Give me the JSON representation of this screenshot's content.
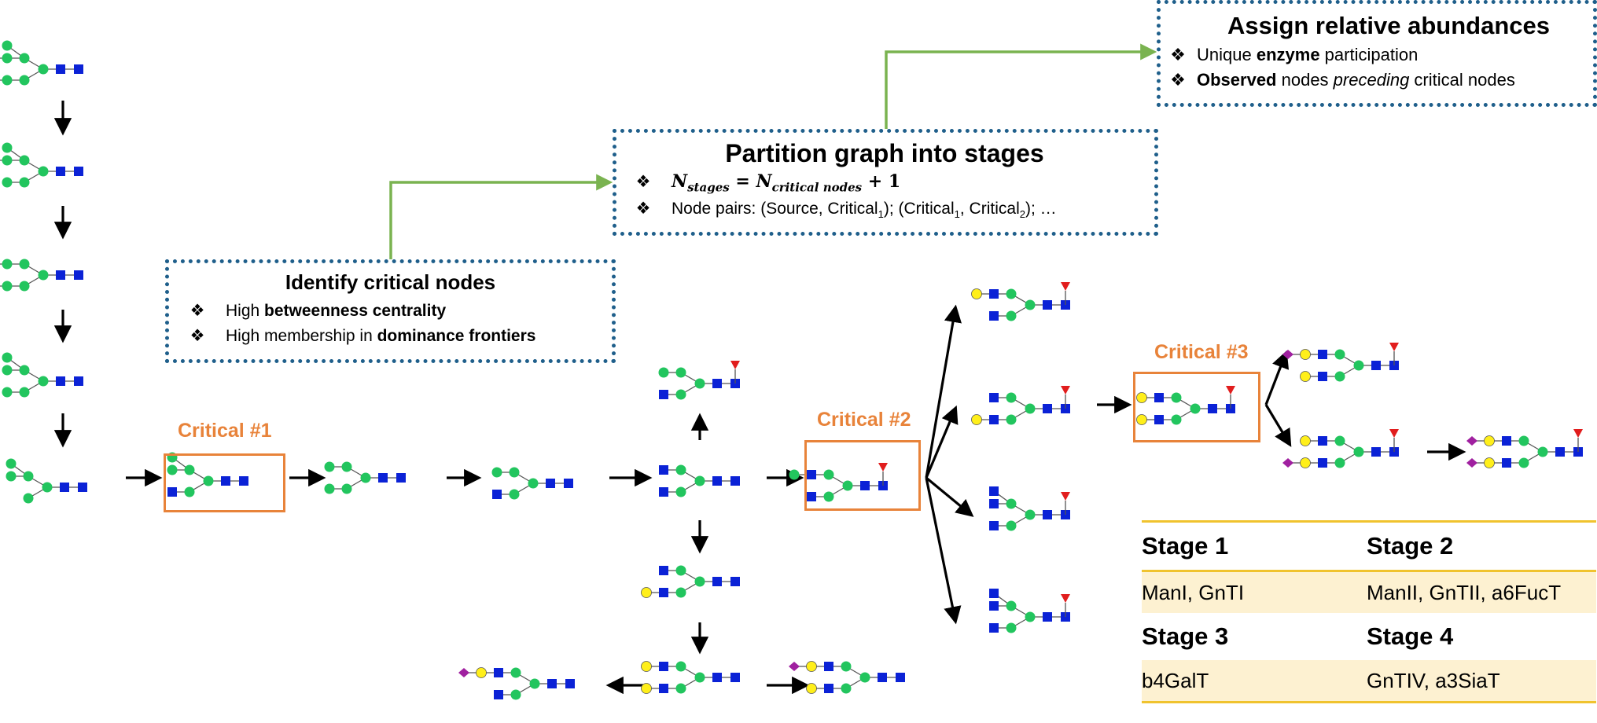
{
  "colors": {
    "mannose": "#22c55e",
    "glcnac": "#0b22d6",
    "galactose": "#ffef1a",
    "fucose": "#e11d1d",
    "sialic": "#a020a0",
    "critical": "#e8833a",
    "box_border": "#1f5f8b",
    "flow_arrow": "#7ab350",
    "table_fill": "#fdf1d1",
    "table_rule": "#f0c32e"
  },
  "boxes": {
    "identify": {
      "title": "Identify critical nodes",
      "bullets": [
        {
          "pre": "High ",
          "bold": "betweenness centrality",
          "post": ""
        },
        {
          "pre": "High membership in ",
          "bold": "dominance frontiers",
          "post": ""
        }
      ]
    },
    "partition": {
      "title": "Partition graph into stages",
      "eq_n": "N",
      "eq_stages": "stages",
      "eq_eq": " = ",
      "eq_n2": "N",
      "eq_crit": "critical nodes",
      "eq_plus": " + 1",
      "pairs_pre": "Node pairs: (Source, Critical",
      "pairs_s1": "1",
      "pairs_mid1": "); (Critical",
      "pairs_s2": "1",
      "pairs_mid2": ", Critical",
      "pairs_s3": "2",
      "pairs_post": "); …"
    },
    "assign": {
      "title": "Assign relative abundances",
      "b1_pre": "Unique ",
      "b1_bold": "enzyme",
      "b1_post": " participation",
      "b2_bold": "Observed",
      "b2_mid": " nodes ",
      "b2_ital": "preceding",
      "b2_post": " critical nodes"
    }
  },
  "bullet_symbol": "❖",
  "critical_labels": [
    "Critical #1",
    "Critical #2",
    "Critical #3"
  ],
  "stages": [
    {
      "name": "Stage 1",
      "enzymes": "ManI, GnTI"
    },
    {
      "name": "Stage 2",
      "enzymes": "ManII, GnTII, a6FucT"
    },
    {
      "name": "Stage 3",
      "enzymes": "b4GalT"
    },
    {
      "name": "Stage 4",
      "enzymes": "GnTIV, a3SiaT"
    }
  ]
}
